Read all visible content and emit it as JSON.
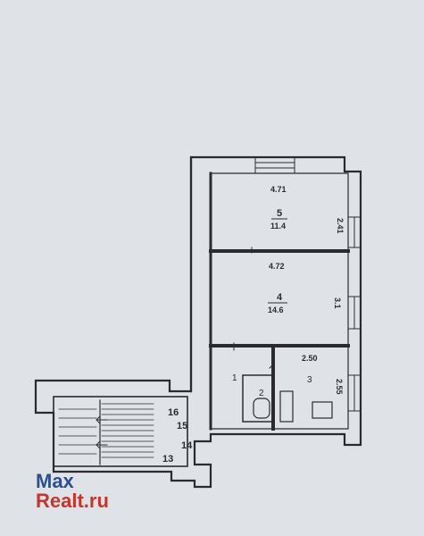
{
  "rooms": [
    {
      "number": "5",
      "area": "11.4",
      "top_dim": "4.71",
      "side_dim": "2.41"
    },
    {
      "number": "4",
      "area": "14.6",
      "top_dim": "4.72",
      "side_dim": "3.1"
    },
    {
      "number": "1"
    },
    {
      "number": "3",
      "top_dim": "2.50",
      "side_dim": "2.55"
    },
    {
      "number": "2"
    }
  ],
  "stair_numbers": [
    "16",
    "15",
    "14",
    "13"
  ],
  "watermark": {
    "line1": "Max",
    "line2": "Realt.ru",
    "line1_color": "#2d4f8e",
    "line2_color": "#c8332b"
  },
  "colors": {
    "paper": "#dfe3e8",
    "ink": "#2b2b2f"
  }
}
